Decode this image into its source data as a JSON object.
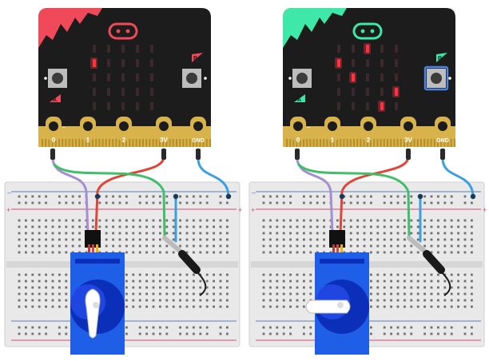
{
  "panels": [
    {
      "id": "left",
      "accent_color": "#f04a5a",
      "led_on": [
        [
          0,
          1
        ]
      ],
      "button_b_pressed": false,
      "servo_arm": "vertical",
      "button_labels": {
        "a": "A",
        "b": "B"
      },
      "pin_labels": [
        "0",
        "1",
        "2",
        "3V",
        "GND"
      ]
    },
    {
      "id": "right",
      "accent_color": "#3ee8a8",
      "led_on": [
        [
          2,
          0
        ],
        [
          0,
          1
        ],
        [
          1,
          2
        ],
        [
          4,
          3
        ],
        [
          3,
          4
        ]
      ],
      "button_b_pressed": true,
      "servo_arm": "horizontal",
      "button_labels": {
        "a": "A",
        "b": "B"
      },
      "pin_labels": [
        "0",
        "1",
        "2",
        "3V",
        "GND"
      ]
    }
  ],
  "colors": {
    "board": "#1c1c1c",
    "gold": "#d8b24a",
    "led_on": "#ff3344",
    "led_off": "#3a2a2a",
    "servo": "#1f5fe8",
    "servo_dark": "#0b2fb8",
    "wire_purple": "#a58fd0",
    "wire_red": "#e0453a",
    "wire_green": "#3fbf6a",
    "wire_blue": "#3aa0e0",
    "rail_red": "#d04b6b",
    "rail_blue": "#5a7fc0"
  }
}
